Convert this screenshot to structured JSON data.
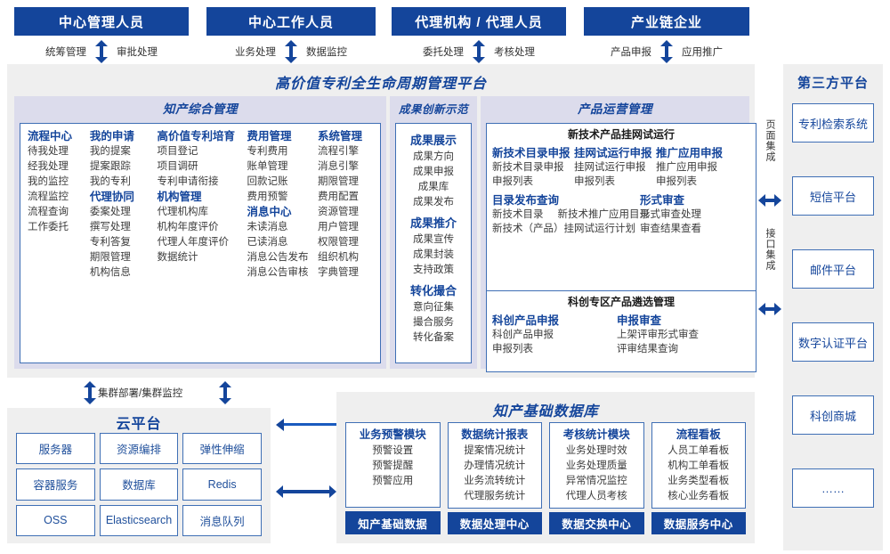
{
  "roles": [
    {
      "title": "中心管理人员",
      "left": "统筹管理",
      "right": "审批处理"
    },
    {
      "title": "中心工作人员",
      "left": "业务处理",
      "right": "数据监控"
    },
    {
      "title": "代理机构 / 代理人员",
      "left": "委托处理",
      "right": "考核处理"
    },
    {
      "title": "产业链企业",
      "left": "产品申报",
      "right": "应用推广"
    }
  ],
  "platform": {
    "title": "高价值专利全生命周期管理平台",
    "sections": [
      {
        "name": "知产综合管理",
        "columns": [
          {
            "groups": [
              {
                "head": "流程中心",
                "items": [
                  "待我处理",
                  "经我处理",
                  "我的监控",
                  "流程监控",
                  "流程查询",
                  "工作委托"
                ]
              }
            ]
          },
          {
            "groups": [
              {
                "head": "我的申请",
                "items": [
                  "我的提案",
                  "提案跟踪",
                  "我的专利"
                ]
              },
              {
                "head": "代理协同",
                "items": [
                  "委案处理",
                  "撰写处理",
                  "专利答复",
                  "期限管理",
                  "机构信息"
                ]
              }
            ]
          },
          {
            "groups": [
              {
                "head": "高价值专利培育",
                "items": [
                  "项目登记",
                  "项目调研",
                  "专利申请衔接"
                ]
              },
              {
                "head": "机构管理",
                "items": [
                  "代理机构库",
                  "机构年度评价",
                  "代理人年度评价",
                  "数据统计"
                ]
              }
            ]
          },
          {
            "groups": [
              {
                "head": "费用管理",
                "items": [
                  "专利费用",
                  "账单管理",
                  "回款记账",
                  "费用预警"
                ]
              },
              {
                "head": "消息中心",
                "items": [
                  "未读消息",
                  "已读消息",
                  "消息公告发布",
                  "消息公告审核"
                ]
              }
            ]
          },
          {
            "groups": [
              {
                "head": "系统管理",
                "items": [
                  "流程引擎",
                  "消息引擎",
                  "期限管理",
                  "费用配置",
                  "资源管理",
                  "用户管理",
                  "权限管理",
                  "组织机构",
                  "字典管理"
                ]
              }
            ]
          }
        ]
      },
      {
        "name": "成果创新示范",
        "columns": [
          {
            "groups": [
              {
                "head": "成果展示",
                "items": [
                  "成果方向",
                  "成果申报",
                  "成果库",
                  "成果发布"
                ]
              },
              {
                "head": "成果推介",
                "items": [
                  "成果宣传",
                  "成果封装",
                  "支持政策"
                ]
              },
              {
                "head": "转化撮合",
                "items": [
                  "意向征集",
                  "撮合服务",
                  "转化备案"
                ]
              }
            ]
          }
        ]
      }
    ],
    "operation": {
      "name": "产品运营管理",
      "blocks": [
        {
          "title": "新技术产品挂网试运行",
          "rows": [
            {
              "columns": [
                {
                  "head": "新技术目录申报",
                  "items": [
                    "新技术目录申报",
                    "申报列表"
                  ]
                },
                {
                  "head": "挂网试运行申报",
                  "items": [
                    "挂网试运行申报",
                    "申报列表"
                  ]
                },
                {
                  "head": "推广应用申报",
                  "items": [
                    "推广应用申报",
                    "申报列表"
                  ]
                }
              ]
            },
            {
              "columns": [
                {
                  "head": "目录发布查询",
                  "items": [
                    "新技术目录     新技术推广应用目录",
                    "新技术（产品）挂网试运行计划"
                  ]
                },
                {
                  "head": "形式审查",
                  "items": [
                    "形式审查处理",
                    "审查结果查看"
                  ]
                }
              ]
            }
          ]
        },
        {
          "title": "科创专区产品遴选管理",
          "rows": [
            {
              "columns": [
                {
                  "head": "科创产品申报",
                  "items": [
                    "科创产品申报",
                    "申报列表"
                  ]
                },
                {
                  "head": "申报审查",
                  "items": [
                    "上架评审形式审查",
                    "评审结果查询"
                  ]
                }
              ]
            }
          ]
        }
      ]
    }
  },
  "integration": {
    "page_label": "页面集成",
    "api_label": "接口集成"
  },
  "third_party": {
    "title": "第三方平台",
    "items": [
      "专利检索系统",
      "短信平台",
      "邮件平台",
      "数字认证平台",
      "科创商城",
      "……"
    ]
  },
  "cloud": {
    "deploy_label": "集群部署/集群监控",
    "title": "云平台",
    "cells": [
      "服务器",
      "资源编排",
      "弹性伸缩",
      "容器服务",
      "数据库",
      "Redis",
      "OSS",
      "Elasticsearch",
      "消息队列"
    ]
  },
  "database": {
    "title": "知产基础数据库",
    "columns": [
      {
        "head": "业务预警模块",
        "items": [
          "预警设置",
          "预警提醒",
          "预警应用"
        ],
        "foot": "知产基础数据"
      },
      {
        "head": "数据统计报表",
        "items": [
          "提案情况统计",
          "办理情况统计",
          "业务流转统计",
          "代理服务统计"
        ],
        "foot": "数据处理中心"
      },
      {
        "head": "考核统计模块",
        "items": [
          "业务处理时效",
          "业务处理质量",
          "异常情况监控",
          "代理人员考核"
        ],
        "foot": "数据交换中心"
      },
      {
        "head": "流程看板",
        "items": [
          "人员工单看板",
          "机构工单看板",
          "业务类型看板",
          "核心业务看板"
        ],
        "foot": "数据服务中心"
      }
    ]
  },
  "colors": {
    "brand": "#14459b",
    "panel_bg": "#efefef",
    "section_bg": "#dcdcec",
    "border": "#3f6fb5"
  }
}
